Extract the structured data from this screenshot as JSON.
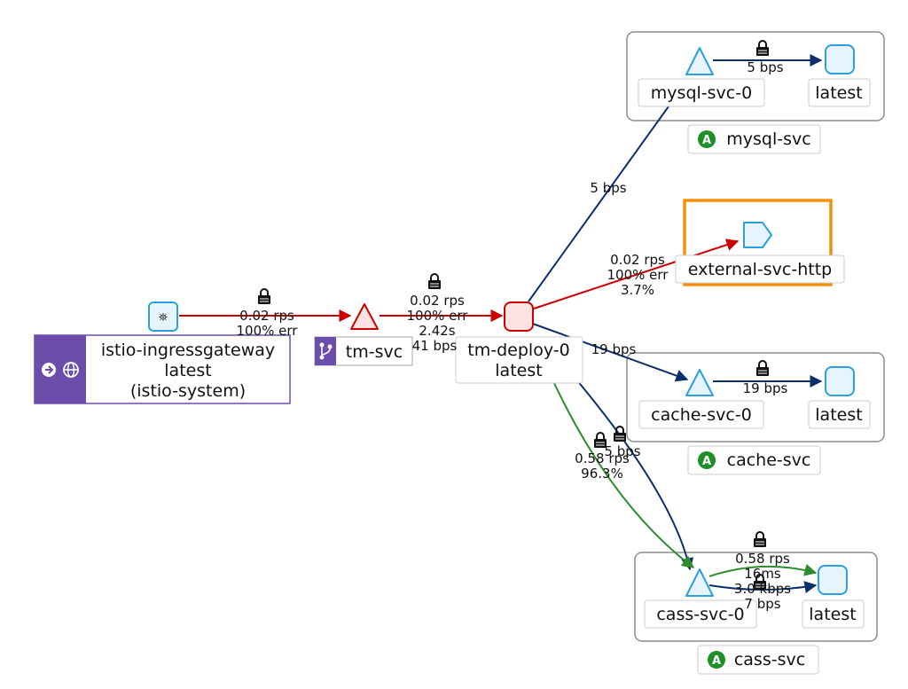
{
  "nodes": {
    "ingress": {
      "line1": "istio-ingressgateway",
      "line2": "latest",
      "line3": "(istio-system)"
    },
    "tm_svc": {
      "label": "tm-svc"
    },
    "tm_deploy": {
      "line1": "tm-deploy-0",
      "line2": "latest"
    },
    "mysql_svc_0": {
      "label": "mysql-svc-0"
    },
    "mysql_latest": {
      "label": "latest"
    },
    "mysql_app": {
      "badge": "A",
      "label": "mysql-svc"
    },
    "external": {
      "label": "external-svc-http"
    },
    "cache_svc_0": {
      "label": "cache-svc-0"
    },
    "cache_latest": {
      "label": "latest"
    },
    "cache_app": {
      "badge": "A",
      "label": "cache-svc"
    },
    "cass_svc_0": {
      "label": "cass-svc-0"
    },
    "cass_latest": {
      "label": "latest"
    },
    "cass_app": {
      "badge": "A",
      "label": "cass-svc"
    }
  },
  "edges": {
    "ingress_tm": {
      "l1": "0.02 rps",
      "l2": "100% err"
    },
    "tm_deploy": {
      "l1": "0.02 rps",
      "l2": "100% err",
      "l3": "2.42s",
      "l4": "41 bps"
    },
    "deploy_external": {
      "l1": "0.02 rps",
      "l2": "100% err",
      "l3": "3.7%"
    },
    "deploy_mysql": {
      "l1": "5 bps"
    },
    "mysql_inner": {
      "l1": "5 bps"
    },
    "deploy_cache": {
      "l1": "19 bps"
    },
    "cache_inner": {
      "l1": "19 bps"
    },
    "deploy_cass_green": {
      "l1": "0.58 rps",
      "l2": "96.3%"
    },
    "deploy_cass_blue": {
      "l1": "5 bps"
    },
    "cass_inner": {
      "l1": "0.58 rps",
      "l2": "16ms",
      "l3": "3.0 kbps",
      "l4": "7 bps"
    }
  },
  "colors": {
    "error": "#cc0000",
    "tcp": "#0b2f6b",
    "ok": "#2e8b2e",
    "highlight": "#f5900a",
    "node_blue": "#2b9fe0",
    "node_fill": "#e7f4fd",
    "ingress_purple": "#6c4dab",
    "app_green": "#1f8f2a"
  }
}
